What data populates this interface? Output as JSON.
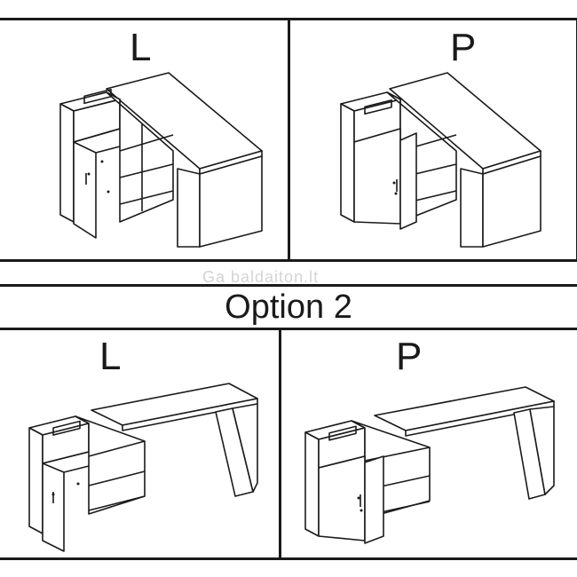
{
  "top": {
    "left_panel": {
      "label": "L"
    },
    "right_panel": {
      "label": "P"
    }
  },
  "option_banner": {
    "text": "Option 2"
  },
  "watermark": {
    "text": "Ga baldaiton.lt"
  },
  "bottom": {
    "left_panel": {
      "label": "L"
    },
    "right_panel": {
      "label": "P"
    }
  }
}
